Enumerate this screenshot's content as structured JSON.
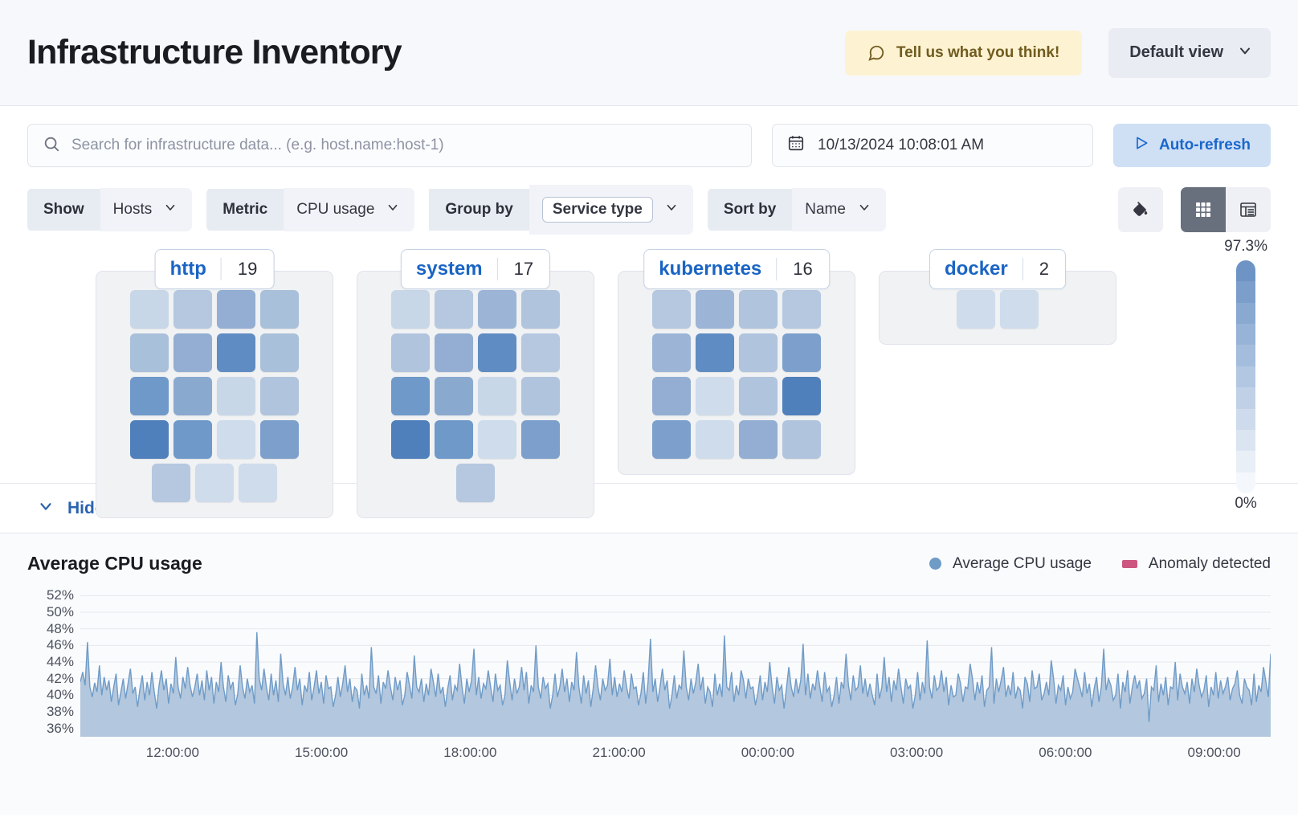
{
  "header": {
    "title": "Infrastructure Inventory",
    "feedback_label": "Tell us what you think!",
    "feedback_icon": "comment-icon",
    "view_label": "Default view",
    "view_icon": "chevron-down-icon",
    "feedback_bg": "#fdf2d2",
    "feedback_fg": "#705c1f"
  },
  "search": {
    "placeholder": "Search for infrastructure data... (e.g. host.name:host-1)",
    "value": "",
    "icon": "search-icon"
  },
  "datepicker": {
    "value": "10/13/2024 10:08:01 AM",
    "icon": "calendar-icon"
  },
  "autorefresh": {
    "label": "Auto-refresh",
    "icon": "play-icon",
    "color": "#1a67cc",
    "bg": "#cfe0f5"
  },
  "filters": [
    {
      "label": "Show",
      "value": "Hosts",
      "boxed": false
    },
    {
      "label": "Metric",
      "value": "CPU usage",
      "boxed": false
    },
    {
      "label": "Group by",
      "value": "Service type",
      "boxed": true
    },
    {
      "label": "Sort by",
      "value": "Name",
      "boxed": false
    }
  ],
  "view_controls": {
    "fill_icon": "paint-bucket-icon",
    "grid_icon": "grid-view-icon",
    "table_icon": "table-view-icon",
    "active": "grid"
  },
  "legend_scale": {
    "max_label": "97.3%",
    "min_label": "0%",
    "max_color": "#6d94c4",
    "min_color": "#f4f7fb",
    "steps": [
      "#6d94c4",
      "#7c9ecb",
      "#89a9d1",
      "#97b3d7",
      "#a4bddc",
      "#b2c7e2",
      "#c0d1e7",
      "#cddbec",
      "#dbe5f1",
      "#e8eff6",
      "#f4f7fb"
    ]
  },
  "groups": [
    {
      "name": "http",
      "count": "19",
      "tiles": [
        "#c8d7e8",
        "#b5c8e0",
        "#93aed2",
        "#a9c0da",
        "#a9c0da",
        "#93aed2",
        "#5f8cc3",
        "#a9c0da",
        "#6f99c9",
        "#8aa9cf",
        "#c8d7e8",
        "#b0c4dd",
        "#4f80bb",
        "#6f99c9",
        "#cfdcec",
        "#7ca0cb",
        "#b5c8e0",
        "#cfdcec",
        "#cfdcec"
      ],
      "rows": [
        5,
        5,
        5,
        4
      ]
    },
    {
      "name": "system",
      "count": "17",
      "tiles": [
        "#c8d7e8",
        "#b5c8e0",
        "#9cb5d6",
        "#b0c4dd",
        "#b0c4dd",
        "#93aed2",
        "#5f8cc3",
        "#b5c8e0",
        "#6f99c9",
        "#8aa9cf",
        "#c8d7e8",
        "#b0c4dd",
        "#4f80bb",
        "#6f99c9",
        "#cfdcec",
        "#7ca0cb",
        "#b5c8e0"
      ],
      "rows": [
        5,
        5,
        5,
        2
      ]
    },
    {
      "name": "kubernetes",
      "count": "16",
      "tiles": [
        "#b5c8e0",
        "#9cb5d6",
        "#b0c4dd",
        "#b5c8e0",
        "#9cb5d6",
        "#5f8cc3",
        "#b0c4dd",
        "#7ca0cb",
        "#93aed2",
        "#cfdcec",
        "#b0c4dd",
        "#4f80bb",
        "#7ca0cb",
        "#cfdcec",
        "#93aed2",
        "#b0c4dd"
      ],
      "rows": [
        5,
        5,
        5,
        1
      ]
    },
    {
      "name": "docker",
      "count": "2",
      "tiles": [
        "#cfdcec",
        "#cfdcec"
      ],
      "rows": [
        2
      ]
    }
  ],
  "history": {
    "toggle_label": "Hide history",
    "toggle_icon": "chevron-down-icon"
  },
  "chart_data": {
    "type": "area",
    "title": "Average CPU usage",
    "xlabel": "",
    "ylabel": "",
    "ylim": [
      35,
      53
    ],
    "grid": true,
    "legend_position": "top-right",
    "legend": [
      {
        "name": "Average CPU usage",
        "color": "#6f9bc7",
        "marker": "dot"
      },
      {
        "name": "Anomaly detected",
        "color": "#cc5680",
        "marker": "square"
      }
    ],
    "ytick_labels": [
      "52%",
      "50%",
      "48%",
      "46%",
      "44%",
      "42%",
      "40%",
      "38%",
      "36%"
    ],
    "ytick_values": [
      52,
      50,
      48,
      46,
      44,
      42,
      40,
      38,
      36
    ],
    "xtick_labels": [
      "12:00:00",
      "15:00:00",
      "18:00:00",
      "21:00:00",
      "00:00:00",
      "03:00:00",
      "06:00:00",
      "09:00:00"
    ],
    "series": [
      {
        "name": "Average CPU usage",
        "color": "#6f9bc7",
        "fill": "#b3c8de",
        "values": [
          41.6,
          42.8,
          41.2,
          46.4,
          41.0,
          39.8,
          41.5,
          40.4,
          43.6,
          40.0,
          42.2,
          40.6,
          41.8,
          39.2,
          41.0,
          42.6,
          38.8,
          40.4,
          42.0,
          39.6,
          41.4,
          43.2,
          40.2,
          41.0,
          38.6,
          40.8,
          42.4,
          39.4,
          41.6,
          40.0,
          42.8,
          40.4,
          38.4,
          41.2,
          43.0,
          40.6,
          42.0,
          39.0,
          41.4,
          40.2,
          44.6,
          41.0,
          39.6,
          42.2,
          40.8,
          43.4,
          41.2,
          39.8,
          41.0,
          42.6,
          40.0,
          41.8,
          39.4,
          43.0,
          40.6,
          42.2,
          39.0,
          41.6,
          40.4,
          44.0,
          41.0,
          39.2,
          42.4,
          40.8,
          41.6,
          38.8,
          40.2,
          43.6,
          41.0,
          39.6,
          42.0,
          40.4,
          41.2,
          39.0,
          47.6,
          42.0,
          40.6,
          43.2,
          41.0,
          39.4,
          42.6,
          40.0,
          41.8,
          39.2,
          45.0,
          41.4,
          40.0,
          42.2,
          39.6,
          41.0,
          43.4,
          40.6,
          42.0,
          38.8,
          41.2,
          40.4,
          42.8,
          39.4,
          41.0,
          43.0,
          40.2,
          41.6,
          39.0,
          42.4,
          40.8,
          41.0,
          38.6,
          40.0,
          42.2,
          39.8,
          41.4,
          43.6,
          40.4,
          42.0,
          39.2,
          41.0,
          40.6,
          38.4,
          42.6,
          40.0,
          41.2,
          39.6,
          45.8,
          41.0,
          40.2,
          42.4,
          39.0,
          41.6,
          40.8,
          43.0,
          41.0,
          39.4,
          42.2,
          40.6,
          41.8,
          38.8,
          40.0,
          42.8,
          41.2,
          39.6,
          44.8,
          41.0,
          40.4,
          42.0,
          39.2,
          41.4,
          40.0,
          43.2,
          41.6,
          39.8,
          42.6,
          40.2,
          41.0,
          38.6,
          40.8,
          42.4,
          39.4,
          41.2,
          40.6,
          43.8,
          41.0,
          39.0,
          42.0,
          40.4,
          41.8,
          45.6,
          40.0,
          42.2,
          39.6,
          41.4,
          40.8,
          43.0,
          41.0,
          39.2,
          42.6,
          40.6,
          41.2,
          38.8,
          40.0,
          44.2,
          41.6,
          39.4,
          42.0,
          40.2,
          41.0,
          43.4,
          40.6,
          42.8,
          39.0,
          41.2,
          40.4,
          46.0,
          41.0,
          39.6,
          42.2,
          40.8,
          41.4,
          38.4,
          40.0,
          42.6,
          39.8,
          41.0,
          43.2,
          40.4,
          42.0,
          39.2,
          41.6,
          40.6,
          45.2,
          41.0,
          39.0,
          42.4,
          40.2,
          41.8,
          38.6,
          40.8,
          43.6,
          41.0,
          39.4,
          42.0,
          40.6,
          41.2,
          44.4,
          40.0,
          42.2,
          39.8,
          41.4,
          40.4,
          43.0,
          41.0,
          39.6,
          42.6,
          40.8,
          41.0,
          38.8,
          40.2,
          42.8,
          39.0,
          41.6,
          46.8,
          40.4,
          42.0,
          39.2,
          41.0,
          43.2,
          40.6,
          41.8,
          38.4,
          40.0,
          42.4,
          39.6,
          41.2,
          40.8,
          45.4,
          41.0,
          39.4,
          42.0,
          40.2,
          41.6,
          43.8,
          40.6,
          42.2,
          39.0,
          41.0,
          40.4,
          38.6,
          42.6,
          40.0,
          41.4,
          39.8,
          47.2,
          41.0,
          40.6,
          42.8,
          39.2,
          41.2,
          40.0,
          43.0,
          41.8,
          39.6,
          42.0,
          40.8,
          41.0,
          38.8,
          40.2,
          42.4,
          39.4,
          41.6,
          40.4,
          44.0,
          41.0,
          39.0,
          42.2,
          40.6,
          41.2,
          38.4,
          40.8,
          43.4,
          41.0,
          39.8,
          42.0,
          40.2,
          41.8,
          46.2,
          40.0,
          42.6,
          39.6,
          41.4,
          40.6,
          43.0,
          41.0,
          39.2,
          42.8,
          40.4,
          41.0,
          38.6,
          40.0,
          42.2,
          39.0,
          41.6,
          40.8,
          45.0,
          41.2,
          39.4,
          42.4,
          40.6,
          41.0,
          43.6,
          40.2,
          42.0,
          39.8,
          41.4,
          40.0,
          38.8,
          42.6,
          39.6,
          41.0,
          44.6,
          40.4,
          42.2,
          39.2,
          41.8,
          40.6,
          43.2,
          41.0,
          39.0,
          42.0,
          40.8,
          41.2,
          38.4,
          40.0,
          42.8,
          39.4,
          41.6,
          40.2,
          46.6,
          41.0,
          39.6,
          42.4,
          40.6,
          41.0,
          43.0,
          40.4,
          42.2,
          38.8,
          41.2,
          39.8,
          40.0,
          42.6,
          41.4,
          39.2,
          41.0,
          40.8,
          43.8,
          42.0,
          39.4,
          41.6,
          40.2,
          42.4,
          38.6,
          40.6,
          41.0,
          45.8,
          39.0,
          42.0,
          40.4,
          41.8,
          43.4,
          39.8,
          41.2,
          40.0,
          42.8,
          39.6,
          41.0,
          40.6,
          38.4,
          42.2,
          41.4,
          39.2,
          43.0,
          40.8,
          41.0,
          42.6,
          39.4,
          40.2,
          41.6,
          40.0,
          44.2,
          42.0,
          39.0,
          41.2,
          40.6,
          42.4,
          38.8,
          41.0,
          39.6,
          40.4,
          43.2,
          42.0,
          41.0,
          39.8,
          42.8,
          40.2,
          41.4,
          38.6,
          40.8,
          42.2,
          39.2,
          41.0,
          45.6,
          40.6,
          42.0,
          41.2,
          39.4,
          40.0,
          42.6,
          38.4,
          41.6,
          40.4,
          43.0,
          39.0,
          41.0,
          42.4,
          40.8,
          41.8,
          39.6,
          40.2,
          42.0,
          36.8,
          41.0,
          40.6,
          43.6,
          39.2,
          41.4,
          40.0,
          42.2,
          38.8,
          41.0,
          40.8,
          44.0,
          39.4,
          42.6,
          41.0,
          40.2,
          41.6,
          39.0,
          42.0,
          40.4,
          43.2,
          41.2,
          39.8,
          40.6,
          42.4,
          38.6,
          41.0,
          40.0,
          42.8,
          39.6,
          41.8,
          40.2,
          41.0,
          42.2,
          39.4,
          40.8,
          41.4,
          43.0,
          40.0,
          39.0,
          42.0,
          41.0,
          40.6,
          38.8,
          42.6,
          39.2,
          41.2,
          40.4,
          43.4,
          41.6,
          39.8,
          45.0
        ]
      }
    ]
  }
}
